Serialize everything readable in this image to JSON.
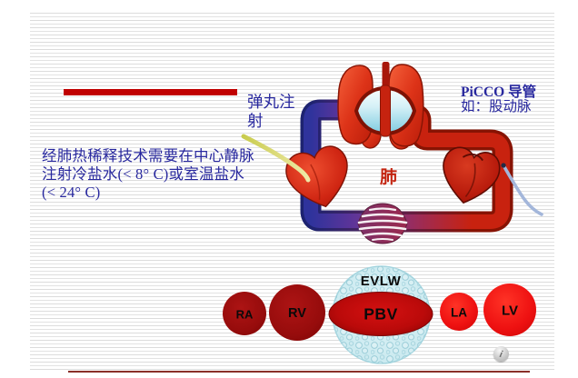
{
  "slide": {
    "accent_bar_color": "#c00000",
    "footer_line_color": "#8a2f28",
    "background_stripe_color": "#e2e2e2"
  },
  "annotations": {
    "injection_note": "经肺热稀释技术需要在中心静脉\n注射冷盐水(< 8° C)或室温盐水\n(< 24° C)",
    "bolus_label": "弹丸注射",
    "catheter_title": "PiCCO 导管",
    "catheter_subtitle": "如：股动脉",
    "lung_label": "肺",
    "text_color": "#28289e"
  },
  "diagram": {
    "venous_color": "#2f339c",
    "arterial_color": "#c8220f",
    "lung_color": "#dd3318",
    "evlw_label": "EVLW",
    "evlw_color": "#c9e9ef",
    "catheters": [
      {
        "name": "injection-catheter",
        "color": "#d9d95e"
      },
      {
        "name": "picco-arterial-catheter",
        "color": "#a3b6da"
      }
    ],
    "chambers": [
      {
        "id": "RA",
        "label": "RA",
        "color": "#970c0c"
      },
      {
        "id": "RV",
        "label": "RV",
        "color": "#970c0c"
      },
      {
        "id": "PBV",
        "label": "PBV",
        "color": "#bb0a0a"
      },
      {
        "id": "LA",
        "label": "LA",
        "color": "#ee1111"
      },
      {
        "id": "LV",
        "label": "LV",
        "color": "#ee1111"
      }
    ]
  },
  "footer": {
    "info_icon_glyph": "i"
  }
}
